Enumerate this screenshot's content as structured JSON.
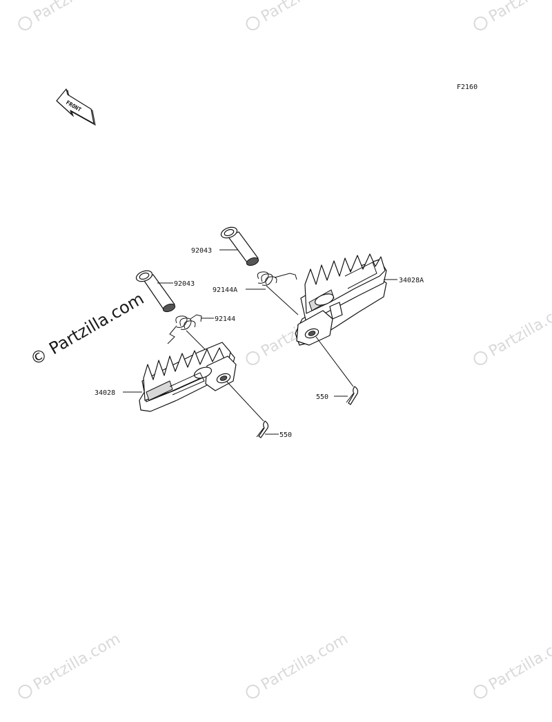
{
  "diagram": {
    "figure_code": "F2160",
    "front_label": "FRONT",
    "watermark_text": "Partzilla.com",
    "watermark_copyright": "©",
    "side_watermark": "© Partzilla.com",
    "callouts": [
      {
        "id": "pin-upper",
        "label": "92043"
      },
      {
        "id": "pin-left",
        "label": "92043"
      },
      {
        "id": "spring-right",
        "label": "92144A"
      },
      {
        "id": "spring-left",
        "label": "92144"
      },
      {
        "id": "footpeg-right",
        "label": "34028A"
      },
      {
        "id": "footpeg-left",
        "label": "34028"
      },
      {
        "id": "cotter-right",
        "label": "550"
      },
      {
        "id": "cotter-left",
        "label": "550"
      }
    ]
  }
}
